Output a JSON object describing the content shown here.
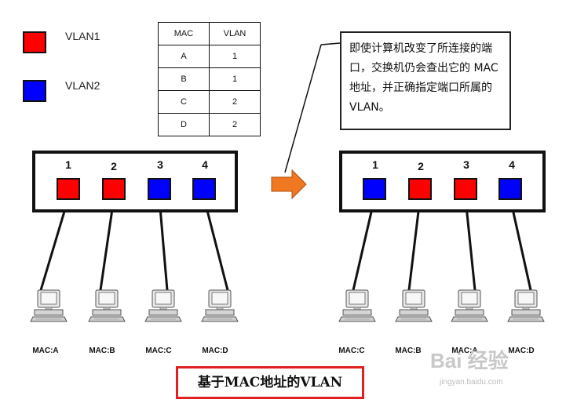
{
  "legend": [
    {
      "label": "VLAN1",
      "color": "#ff0000"
    },
    {
      "label": "VLAN2",
      "color": "#0000ff"
    }
  ],
  "mac_table": {
    "headers": [
      "MAC",
      "VLAN"
    ],
    "rows": [
      [
        "A",
        "1"
      ],
      [
        "B",
        "1"
      ],
      [
        "C",
        "2"
      ],
      [
        "D",
        "2"
      ]
    ]
  },
  "callout_text": "即使计算机改变了所连接的端口，交换机仍会查出它的 MAC 地址，并正确指定端口所属的 VLAN。",
  "port_numbers": [
    "1",
    "2",
    "3",
    "4"
  ],
  "left_switch": {
    "port_colors": [
      "#ff0000",
      "#ff0000",
      "#0000ff",
      "#0000ff"
    ],
    "mac_labels": [
      "MAC:A",
      "MAC:B",
      "MAC:C",
      "MAC:D"
    ]
  },
  "right_switch": {
    "port_colors": [
      "#0000ff",
      "#ff0000",
      "#ff0000",
      "#0000ff"
    ],
    "mac_labels": [
      "MAC:C",
      "MAC:B",
      "MAC:A",
      "MAC:D"
    ]
  },
  "caption": "基于MAC地址的VLAN",
  "watermark": "Bai 经验",
  "watermark_url": "jingyan.baidu.com",
  "icons": {
    "arrow": "orange-right-arrow-icon",
    "computer": "desktop-computer-icon"
  },
  "colors": {
    "vlan1": "#ff0000",
    "vlan2": "#0000ff",
    "arrow": "#f07820",
    "caption_border": "#e02020"
  }
}
